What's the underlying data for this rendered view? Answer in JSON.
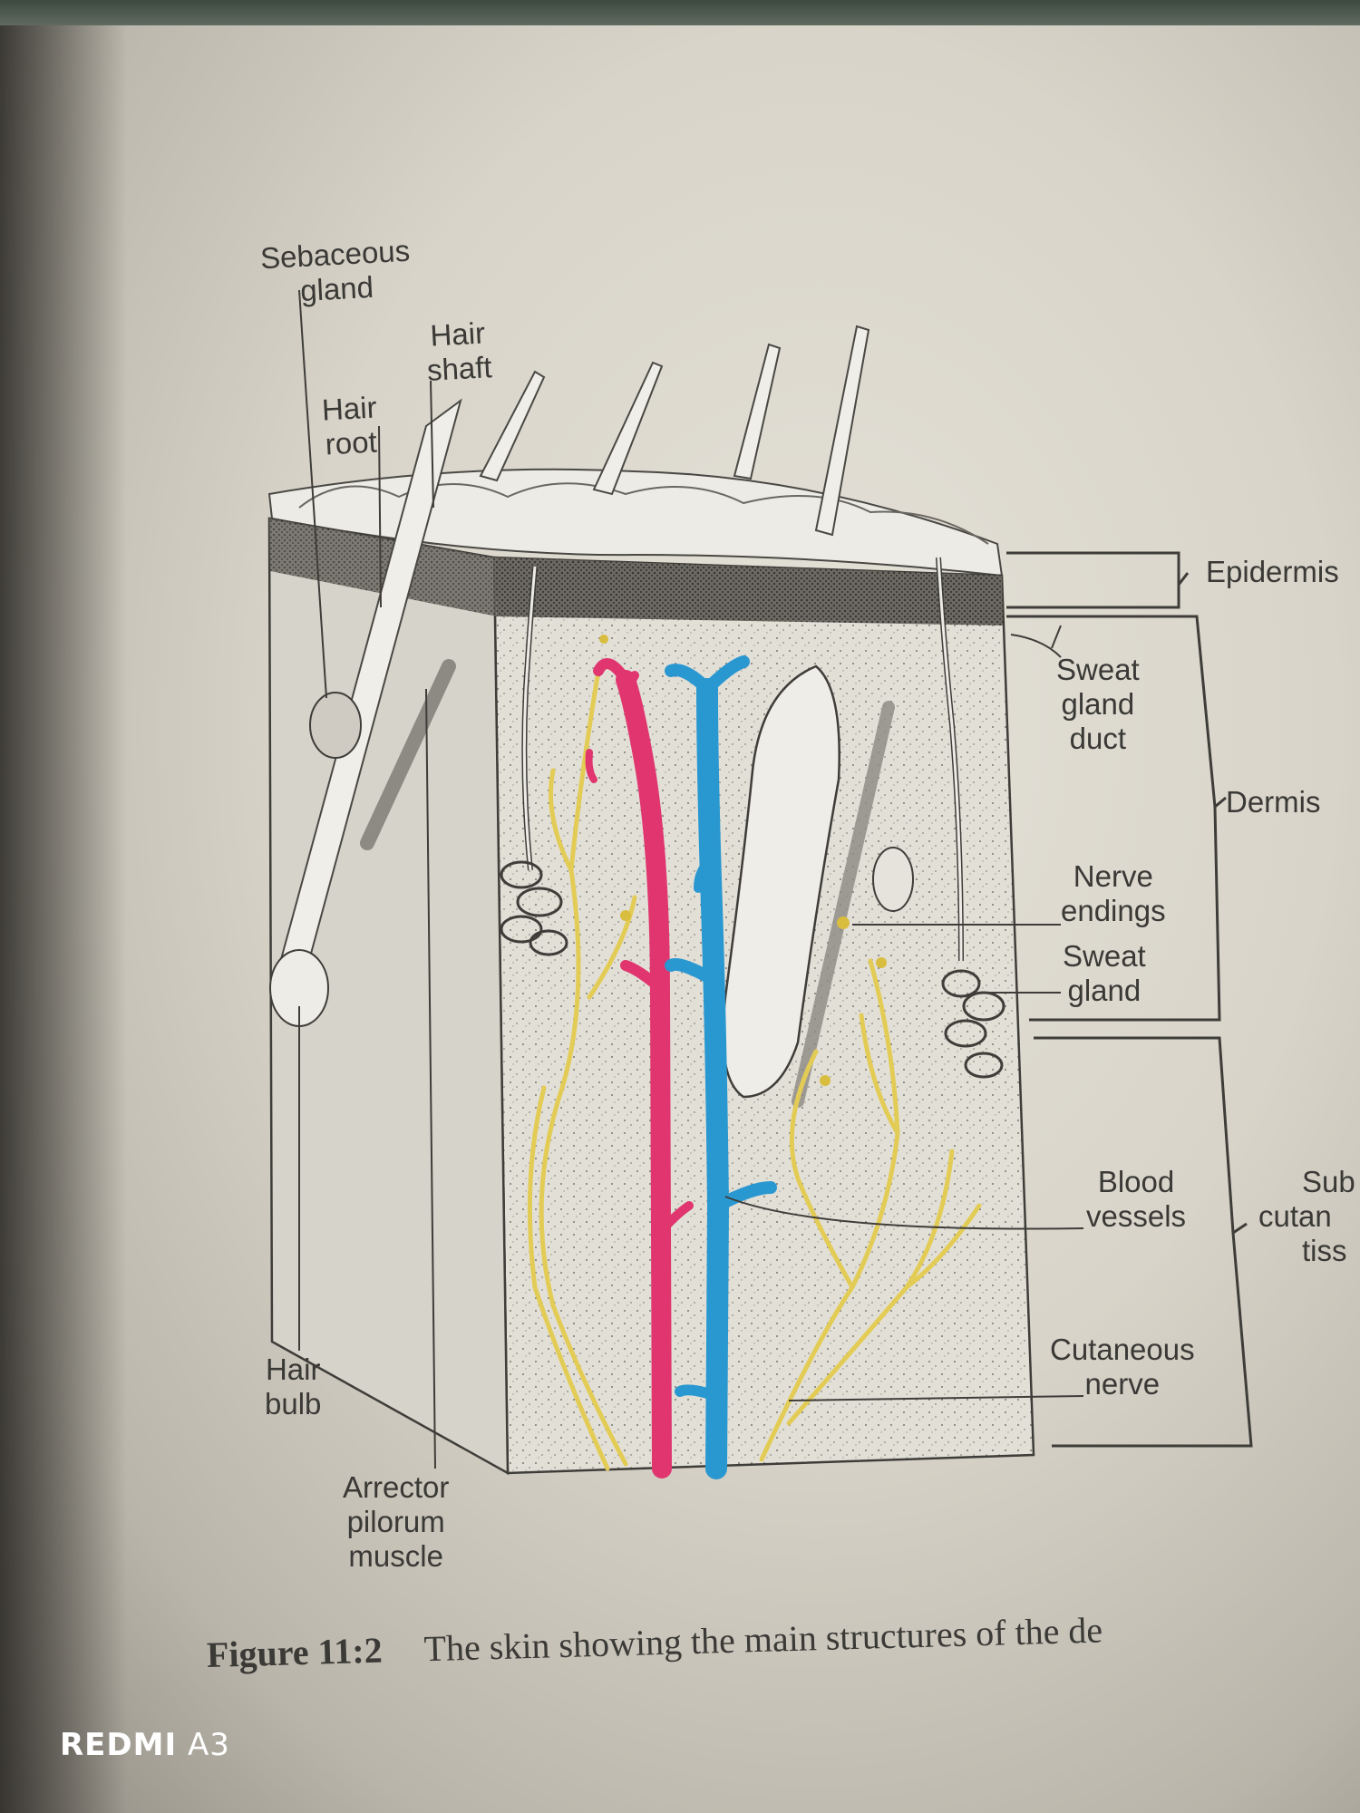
{
  "labels": {
    "sebaceous_gland": [
      "Sebaceous",
      "gland"
    ],
    "hair_shaft": [
      "Hair",
      "shaft"
    ],
    "hair_root": [
      "Hair",
      "root"
    ],
    "epidermis": "Epidermis",
    "sweat_gland_duct": [
      "Sweat",
      "gland",
      "duct"
    ],
    "dermis": "Dermis",
    "nerve_endings": [
      "Nerve",
      "endings"
    ],
    "sweat_gland": [
      "Sweat",
      "gland"
    ],
    "blood_vessels": [
      "Blood",
      "vessels"
    ],
    "subcutaneous_tissue": [
      "Sub",
      "cutan",
      "tiss"
    ],
    "cutaneous_nerve": [
      "Cutaneous",
      "nerve"
    ],
    "hair_bulb": [
      "Hair",
      "bulb"
    ],
    "arrector_pilorum_muscle": [
      "Arrector",
      "pilorum",
      "muscle"
    ]
  },
  "caption": {
    "number": "Figure 11:2",
    "text": "The skin showing the main structures of the de"
  },
  "watermark": {
    "brand": "REDMI",
    "model": "A3"
  },
  "colors": {
    "artery": "#e0356e",
    "vein": "#2a98d0",
    "nerve": "#e3cc55",
    "ink": "#3a3936",
    "paper": "#dedbd2"
  }
}
